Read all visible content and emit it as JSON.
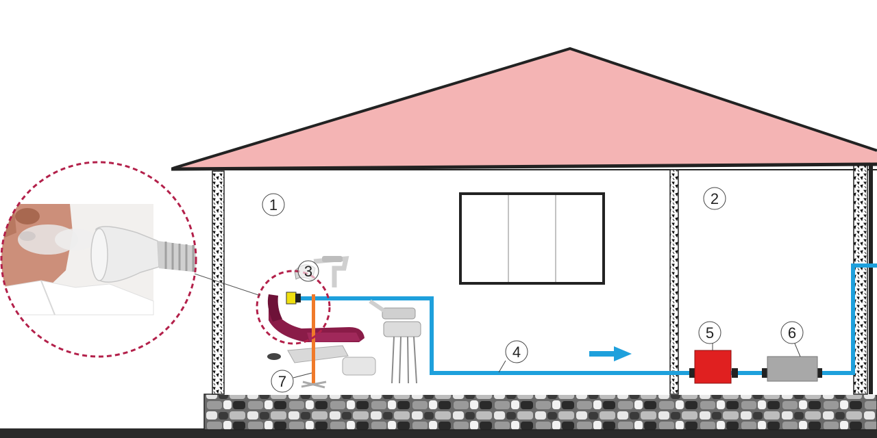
{
  "colors": {
    "roof": "#f4b4b4",
    "outline": "#222222",
    "pipe": "#1ea0dc",
    "unit5": "#e02020",
    "unit6": "#a8a8a8",
    "marker": "#b3204a",
    "tube": "#f07a2a",
    "mouthpiece": "#f0e010",
    "chair": "#8a1c48"
  },
  "icons": {
    "photo": "patient-blowing-into-breath-collector-photo",
    "chair": "dental-chair-icon",
    "flow": "flow-arrow-icon"
  },
  "labels": [
    {
      "id": "room-1",
      "text": "1"
    },
    {
      "id": "room-2",
      "text": "2"
    },
    {
      "id": "mouthpiece",
      "text": "3"
    },
    {
      "id": "pipe",
      "text": "4"
    },
    {
      "id": "unit-red",
      "text": "5"
    },
    {
      "id": "unit-grey",
      "text": "6"
    },
    {
      "id": "tube",
      "text": "7"
    }
  ]
}
